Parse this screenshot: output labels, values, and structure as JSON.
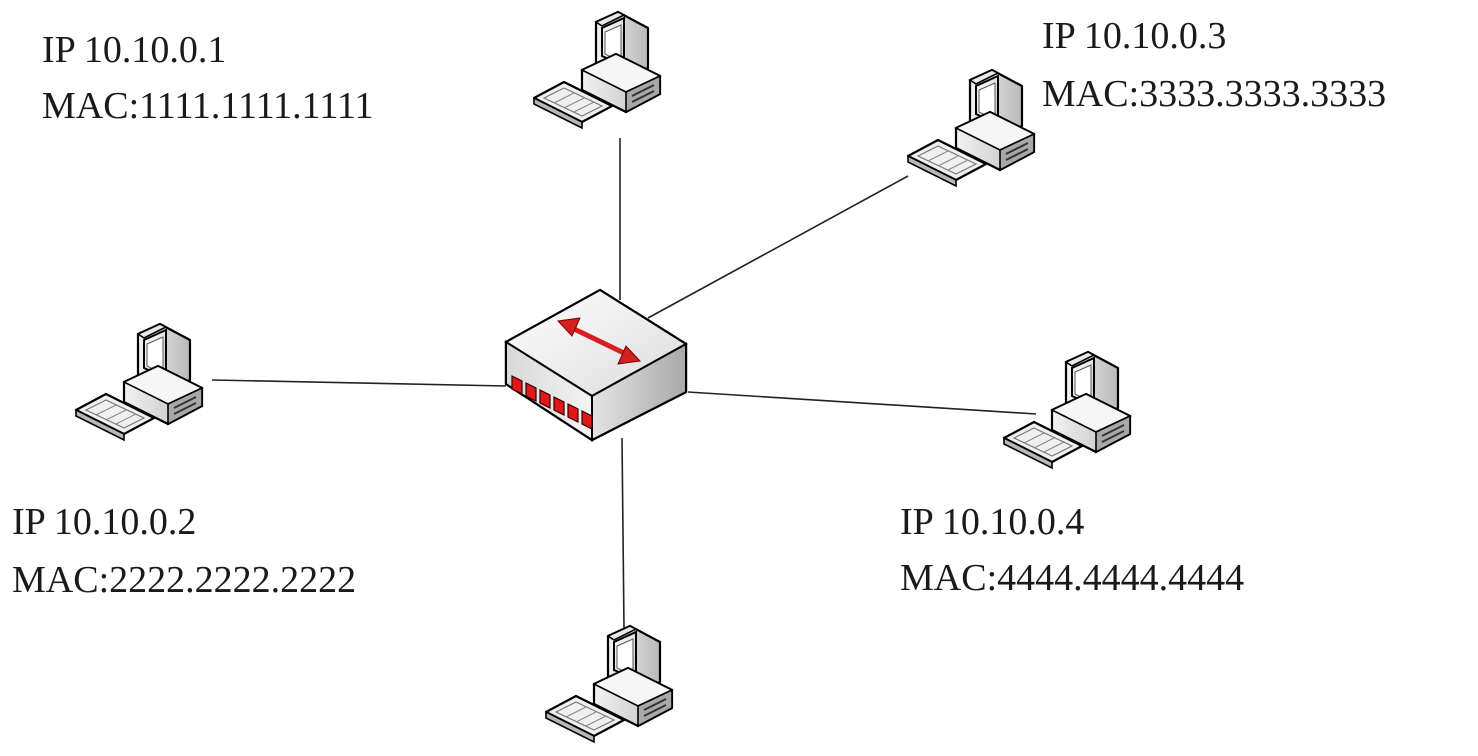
{
  "switch": {
    "icon": "switch-icon"
  },
  "hosts": [
    {
      "id": "host-1",
      "icon": "computer-icon",
      "ip": "IP 10.10.0.1",
      "mac": "MAC:1111.1111.1111"
    },
    {
      "id": "host-2",
      "icon": "computer-icon",
      "ip": "IP 10.10.0.2",
      "mac": "MAC:2222.2222.2222"
    },
    {
      "id": "host-3",
      "icon": "computer-icon",
      "ip": "IP 10.10.0.3",
      "mac": "MAC:3333.3333.3333"
    },
    {
      "id": "host-4",
      "icon": "computer-icon",
      "ip": "IP 10.10.0.4",
      "mac": "MAC:4444.4444.4444"
    },
    {
      "id": "host-5",
      "icon": "computer-icon"
    }
  ],
  "colors": {
    "switch_arrow": "#d42020",
    "switch_ports": "#e01818",
    "line": "#222222"
  }
}
